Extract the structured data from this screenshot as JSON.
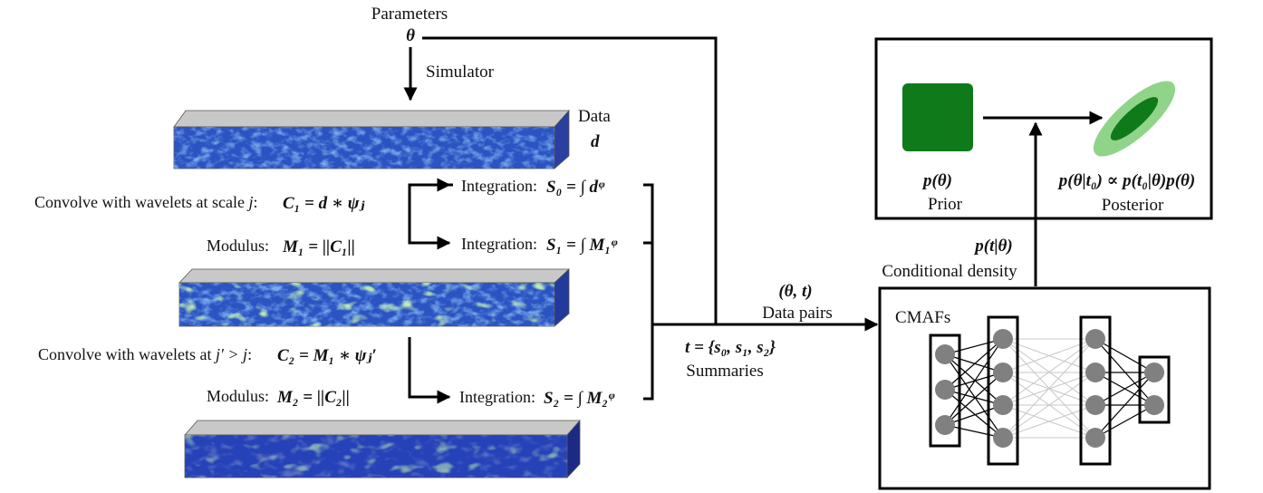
{
  "parameters": {
    "label": "Parameters",
    "symbol": "θ"
  },
  "simulator": {
    "label": "Simulator"
  },
  "data": {
    "label": "Data",
    "symbol": "d"
  },
  "steps": {
    "convolve1_text": "Convolve with wavelets at scale ",
    "convolve1_var": "j",
    "convolve1_eq": "C₁ = d ∗ ψⱼ",
    "modulus1_text": "Modulus:",
    "modulus1_eq": "M₁ = ||C₁||",
    "convolve2_text": "Convolve with wavelets at ",
    "convolve2_var": "j′ > j",
    "convolve2_eq": "C₂ = M₁ ∗ ψⱼ′",
    "modulus2_text": "Modulus:",
    "modulus2_eq": "M₂ = ||C₂||"
  },
  "integrations": [
    {
      "label": "Integration:",
      "eq": "S₀ = ∫ dᵠ"
    },
    {
      "label": "Integration:",
      "eq": "S₁ = ∫ M₁ᵠ"
    },
    {
      "label": "Integration:",
      "eq": "S₂ = ∫ M₂ᵠ"
    }
  ],
  "summaries": {
    "eq": "t = {s₀, s₁, s₂}",
    "label": "Summaries"
  },
  "data_pairs": {
    "eq": "(θ, t)",
    "label": "Data pairs"
  },
  "network": {
    "label": "CMAFs"
  },
  "conditional": {
    "eq": "p(t|θ)",
    "label": "Conditional density"
  },
  "inference": {
    "prior_eq": "p(θ)",
    "prior_label": "Prior",
    "posterior_eq": "p(θ|t₀) ∝ p(t₀|θ)p(θ)",
    "posterior_label": "Posterior"
  },
  "colors": {
    "field_base": "#2b53c2",
    "field_dark": "#1b2d8e",
    "field_cyan": "#4aa8d8",
    "field_green": "#8fd070",
    "prior_green": "#0f7a1a",
    "posterior_light": "#90d48a",
    "posterior_dark": "#0f7a1a",
    "node_gray": "#808080"
  }
}
